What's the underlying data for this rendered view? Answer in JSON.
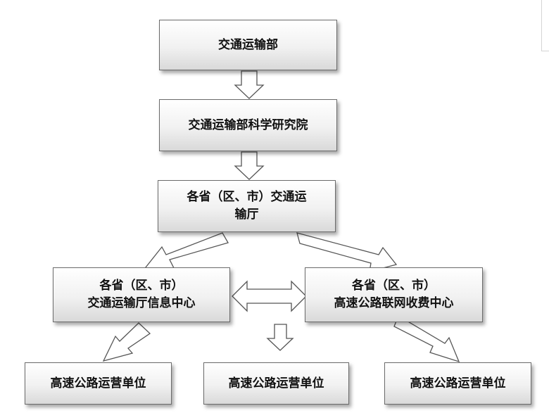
{
  "nodes": {
    "ministry": "交通运输部",
    "institute": "交通运输部科学研究院",
    "provincial_dept": "各省（区、市）交通运\n输厅",
    "info_center": "各省（区、市）\n交通运输厅信息中心",
    "toll_center": "各省（区、市）\n高速公路联网收费中心",
    "operator_left": "高速公路运营单位",
    "operator_middle": "高速公路运营单位",
    "operator_right": "高速公路运营单位"
  }
}
